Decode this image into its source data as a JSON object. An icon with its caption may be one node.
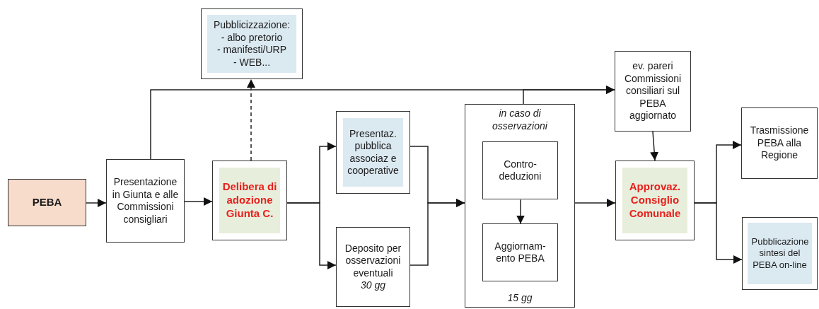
{
  "diagram": {
    "nodes": [
      {
        "text": [
          "Pubblicizzazione:",
          "- albo pretorio",
          "- manifesti/URP",
          "- WEB..."
        ]
      },
      {
        "text": [
          "ev. pareri Commissioni consiliari sul PEBA aggiornato"
        ]
      },
      {
        "text": [
          "PEBA"
        ]
      },
      {
        "text": [
          "Presentazione in Giunta e alle Commissioni consigliari"
        ]
      },
      {
        "text": [
          "Delibera di adozione Giunta C."
        ]
      },
      {
        "text": [
          "Presentaz. pubblica associaz e cooperative"
        ]
      },
      {
        "text": [
          "Deposito per osservazioni eventuali",
          "30 gg"
        ]
      },
      {
        "text": [
          "in caso di osservazioni",
          "15 gg"
        ]
      },
      {
        "text": [
          "Contro-deduzioni"
        ],
        "in": 7
      },
      {
        "text": [
          "Aggiornam-ento PEBA"
        ],
        "in": 7
      },
      {
        "text": [
          "Approvaz. Consiglio Comunale"
        ]
      },
      {
        "text": [
          "Trasmissione PEBA alla Regione"
        ]
      },
      {
        "text": [
          "Pubblicazione sintesi del PEBA on-line"
        ]
      }
    ],
    "edges": [
      {
        "from": 2,
        "to": 3,
        "arrow": "to"
      },
      {
        "from": 3,
        "to": 4,
        "arrow": "to"
      },
      {
        "from": 4,
        "to": 0,
        "arrow": "to",
        "style": "dashed"
      },
      {
        "from": 3,
        "to": 1,
        "arrow": "to"
      },
      {
        "from": 7,
        "to": 1,
        "arrow": "to"
      },
      {
        "from": 4,
        "to": 5,
        "arrow": "to"
      },
      {
        "from": 4,
        "to": 6,
        "arrow": "to"
      },
      {
        "from": 5,
        "to": 7,
        "arrow": "to"
      },
      {
        "from": 6,
        "to": 7,
        "arrow": "to"
      },
      {
        "from": 8,
        "to": 9,
        "arrow": "to"
      },
      {
        "from": 7,
        "to": 10,
        "arrow": "to"
      },
      {
        "from": 1,
        "to": 10,
        "arrow": "to"
      },
      {
        "from": 10,
        "to": 11,
        "arrow": "to"
      },
      {
        "from": 10,
        "to": 12,
        "arrow": "to"
      }
    ]
  }
}
